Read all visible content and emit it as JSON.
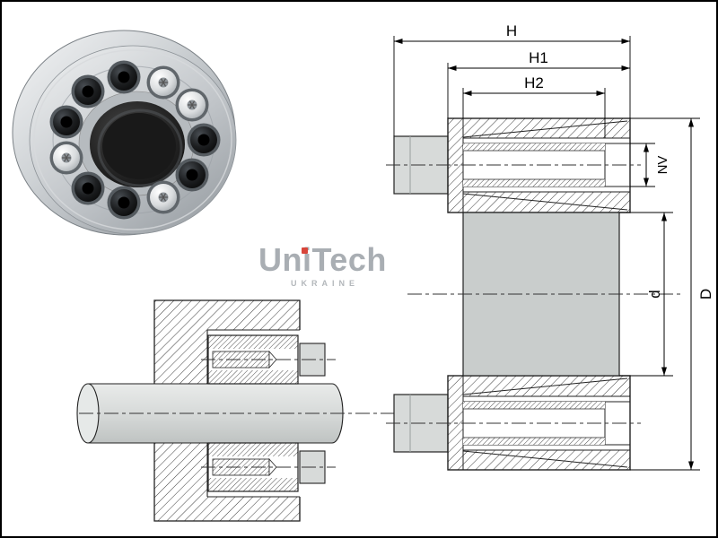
{
  "watermark": {
    "title": "UniTech",
    "subtitle": "UKRAINE",
    "title_color": "#a9aeb3",
    "dot_color": "#d8453a"
  },
  "drawing": {
    "labels": {
      "H": "H",
      "H1": "H1",
      "H2": "H2",
      "NV": "NV",
      "d": "d",
      "D": "D"
    }
  },
  "colors": {
    "line": "#222222",
    "steel_fill": "#c9cdcc",
    "screw_head_fill": "#d7dad9",
    "background": "#ffffff"
  }
}
